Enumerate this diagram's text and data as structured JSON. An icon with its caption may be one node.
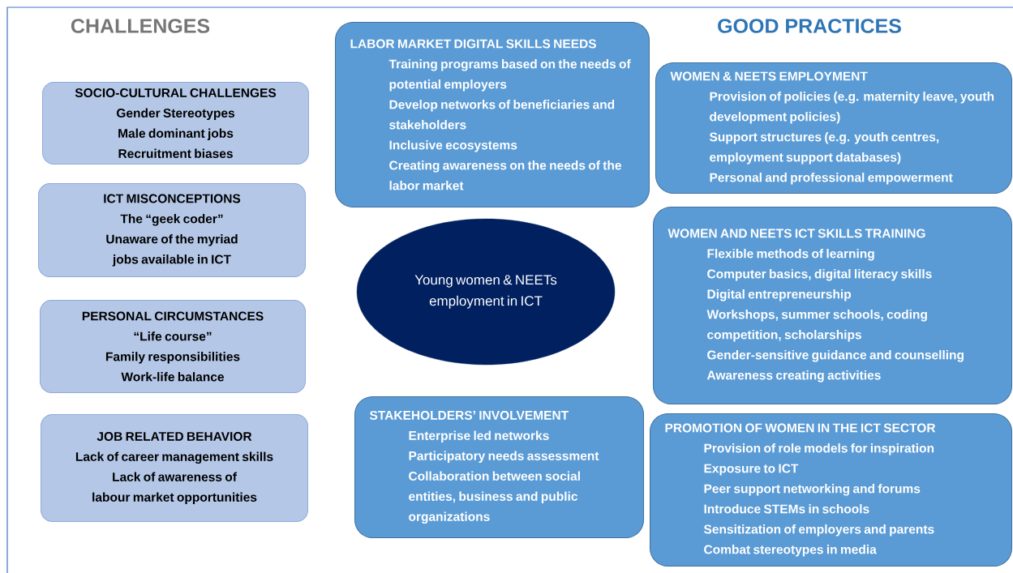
{
  "diagram": {
    "nodes": [
      {
        "text": [
          "SOCIO-CULTURAL CHALLENGES",
          "Gender Stereotypes",
          "Male dominant jobs",
          "Recruitment biases"
        ]
      },
      {
        "text": [
          "ICT MISCONCEPTIONS",
          "The “geek coder”",
          "Unaware of the myriad jobs available in ICT"
        ]
      },
      {
        "text": [
          "PERSONAL CIRCUMSTANCES",
          "“Life course”",
          "Family responsibilities",
          "Work-life balance"
        ]
      },
      {
        "text": [
          "JOB RELATED BEHAVIOR",
          "Lack of career management skills",
          "Lack of awareness of labour market opportunities"
        ]
      },
      {
        "text": [
          "LABOR MARKET DIGITAL SKILLS NEEDS",
          "Training programs based on the needs of potential employers",
          "Develop networks of beneficiaries and stakeholders",
          "Inclusive ecosystems",
          "Creating awareness on the needs of the labor market"
        ]
      },
      {
        "text": [
          "Young women & NEETs employment in ICT"
        ]
      },
      {
        "text": [
          "STAKEHOLDERS’ INVOLVEMENT",
          "Enterprise led networks",
          "Participatory needs assessment",
          "Collaboration between social entities, business and public organizations"
        ]
      },
      {
        "text": [
          "WOMEN & NEETS EMPLOYMENT",
          "Provision of policies (e.g. maternity leave, youth development policies)",
          "Support structures (e.g. youth centres, employment support databases)",
          "Personal and professional empowerment"
        ]
      },
      {
        "text": [
          "WOMEN AND NEETS ICT SKILLS TRAINING",
          "Flexible methods of learning",
          "Computer basics, digital literacy skills",
          "Digital entrepreneurship",
          "Workshops, summer schools, coding competition, scholarships",
          "Gender-sensitive guidance and counselling",
          "Awareness creating activities"
        ]
      },
      {
        "text": [
          "PROMOTION OF WOMEN IN THE ICT SECTOR",
          "Provision of role models for inspiration",
          "Exposure to ICT",
          "Peer support networking and forums",
          "Introduce STEMs in schools",
          "Sensitization of employers and parents",
          "Combat stereotypes in media"
        ]
      }
    ],
    "labels": [
      "CHALLENGES",
      "GOOD PRACTICES"
    ]
  }
}
